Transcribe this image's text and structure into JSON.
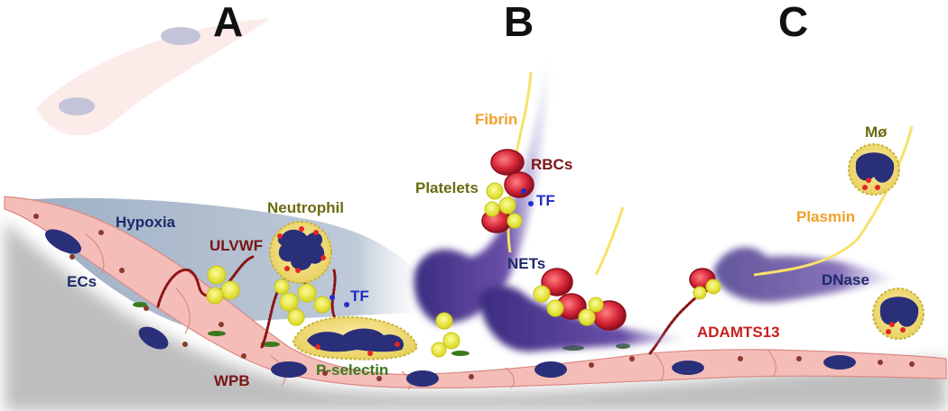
{
  "panels": {
    "a": "A",
    "b": "B",
    "c": "C"
  },
  "labels": {
    "hypoxia": "Hypoxia",
    "ulvwf": "ULVWF",
    "neutrophil": "Neutrophil",
    "ecs": "ECs",
    "tf_a": "TF",
    "wpb": "WPB",
    "p_selectin": "P-selectin",
    "fibrin": "Fibrin",
    "rbcs": "RBCs",
    "platelets": "Platelets",
    "tf_b": "TF",
    "nets": "NETs",
    "mo": "Mø",
    "plasmin": "Plasmin",
    "dnase": "DNase",
    "adamts13": "ADAMTS13"
  },
  "colors": {
    "panel_letter": "#111111",
    "navy_label": "#1d2a6b",
    "darkred_label": "#7a1414",
    "olive_label": "#6b6b12",
    "blue_label": "#1f2fc8",
    "green_label": "#3a7a1c",
    "orange_label": "#f0a12a",
    "red_label": "#c82020",
    "endothelium": "#f3b8b4",
    "nucleus": "#2a2f7a",
    "platelet": "#eef03a",
    "rbc": "#d8283a",
    "hypoxia_shade": "#a9b7c9"
  }
}
